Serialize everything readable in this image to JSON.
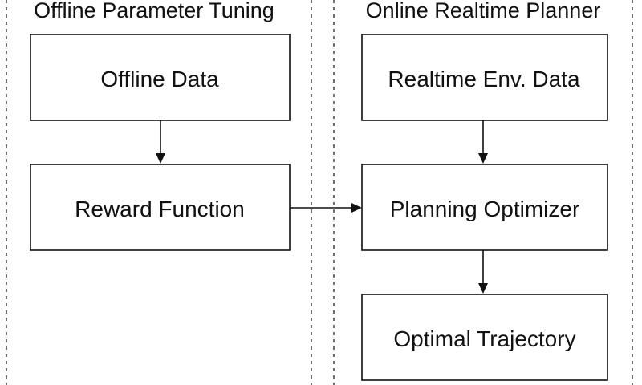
{
  "panels": {
    "offline": {
      "title": "Offline Parameter Tuning"
    },
    "online": {
      "title": "Online Realtime Planner"
    }
  },
  "nodes": {
    "offline_data": "Offline Data",
    "reward_function": "Reward Function",
    "realtime_env_data": "Realtime Env. Data",
    "planning_optimizer": "Planning Optimizer",
    "optimal_trajectory": "Optimal Trajectory"
  },
  "edges": [
    {
      "from": "offline_data",
      "to": "reward_function"
    },
    {
      "from": "reward_function",
      "to": "planning_optimizer"
    },
    {
      "from": "realtime_env_data",
      "to": "planning_optimizer"
    },
    {
      "from": "planning_optimizer",
      "to": "optimal_trajectory"
    }
  ]
}
